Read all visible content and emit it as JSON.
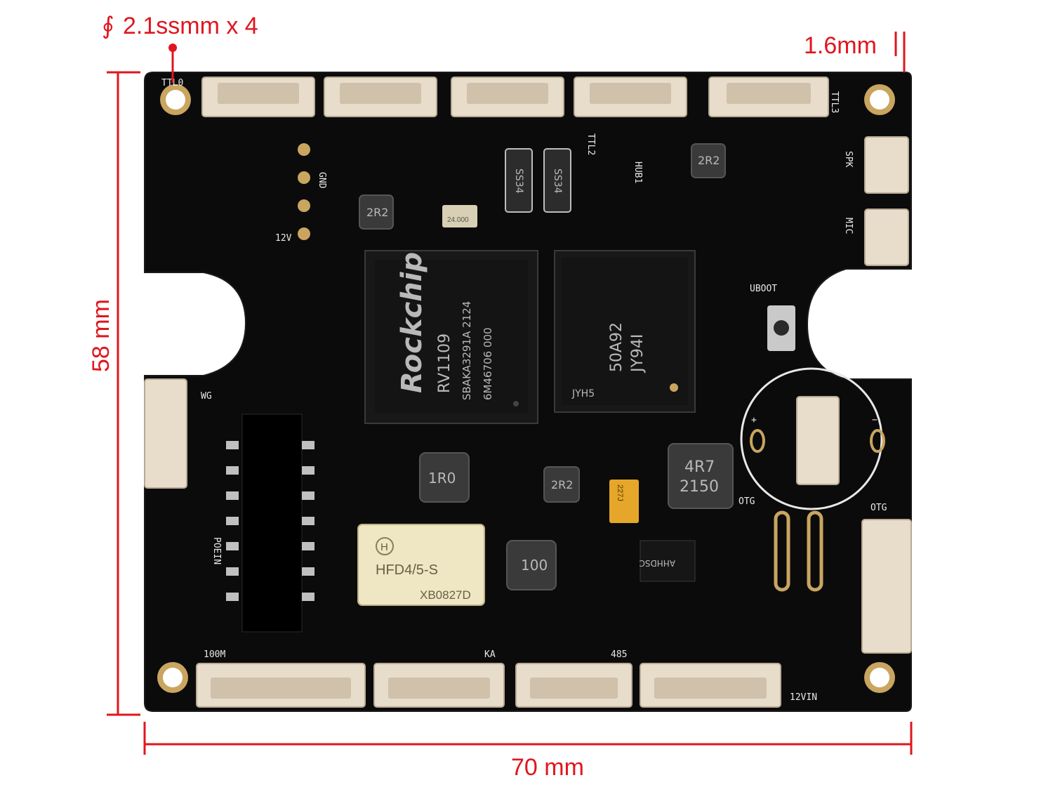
{
  "dimensions": {
    "hole_label": "2.1ssmm x 4",
    "hole_symbol": "∮",
    "thickness_label": "1.6mm",
    "height_label": "58 mm",
    "width_label": "70 mm",
    "color": "#e0161e"
  },
  "board": {
    "color": "#0b0b0b",
    "silkscreen": {
      "ttl0": "TTL0",
      "ttl3": "TTL3",
      "ttl2": "TTL2",
      "hub1": "HUB1",
      "spk": "SPK",
      "mic": "MIC",
      "gnd": "GND",
      "v12": "12V",
      "uboot": "UBOOT",
      "wg": "WG",
      "poein": "POEIN",
      "otg_left": "OTG",
      "otg_right": "OTG",
      "net_100m": "100M",
      "ka": "KA",
      "rs485": "485",
      "v12in": "12VIN",
      "plus": "+",
      "minus": "−"
    },
    "soc": {
      "brand": "Rockchip",
      "model": "RV1109",
      "line1": "SBAKA3291A 2124",
      "line2": "6M46706 000"
    },
    "memory": {
      "line1": "50A92",
      "line2": "JY94I",
      "label": "JYH5"
    },
    "relay": {
      "logo": "H",
      "model": "HFD4/5-S",
      "code": "XB0827D"
    },
    "inductors": {
      "l1": "1R0",
      "l2": "4R7",
      "l2_sub": "2150",
      "l3": "100",
      "l4": "2R2",
      "l5": "2R2",
      "l6": "2R2"
    },
    "diodes": {
      "d1": "SS34",
      "d2": "SS34"
    },
    "crystal": {
      "freq": "24.000"
    },
    "tantalum": {
      "label": "227J"
    },
    "ic_small": {
      "ahh": "AHHDSC"
    }
  }
}
